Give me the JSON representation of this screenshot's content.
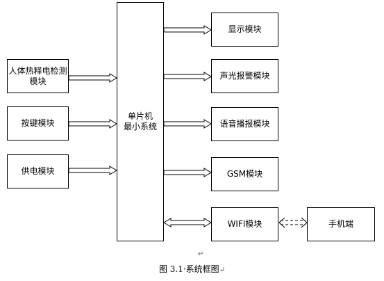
{
  "diagram": {
    "mcu": {
      "line1": "单片机",
      "line2": "最小系统"
    },
    "inputs": {
      "pir": {
        "line1": "人体热释电检测",
        "line2": "模块"
      },
      "keys": "按键模块",
      "power": "供电模块"
    },
    "outputs": {
      "display": "显示模块",
      "alarm": "声光报警模块",
      "voice": "语音播报模块",
      "gsm": "GSM模块",
      "wifi": "WIFI模块"
    },
    "phone": "手机端"
  },
  "caption": {
    "text": "图 3.1·系统框图",
    "end_mark": "↵"
  },
  "paragraph_mark": "↵"
}
